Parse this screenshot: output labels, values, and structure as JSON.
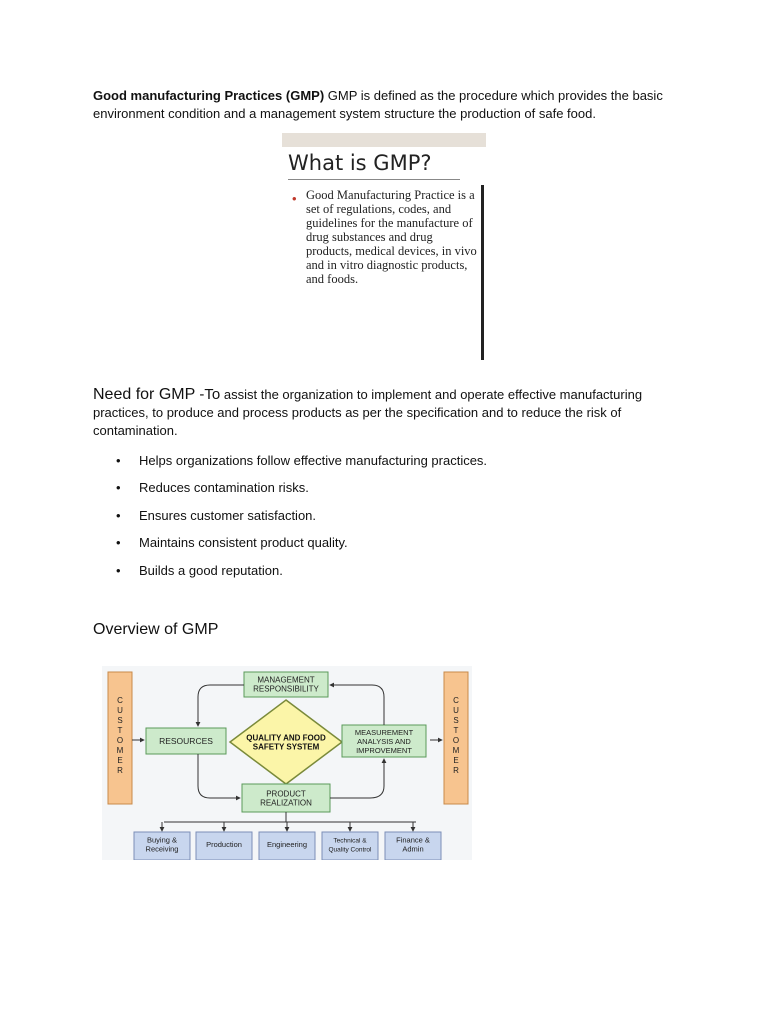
{
  "intro": {
    "term": "Good manufacturing Practices (GMP)",
    "definition": " GMP is defined as the procedure which provides the basic environment condition and a management system structure the production of safe food."
  },
  "slide": {
    "title": "What is GMP?",
    "bullet": "Good Manufacturing Practice is a set of regulations, codes, and guidelines for the manufacture of drug substances and drug products, medical devices, in vivo and in vitro diagnostic products, and foods."
  },
  "need": {
    "heading": "Need for GMP",
    "to": " -To",
    "text": " assist the organization to implement and operate effective manufacturing practices, to produce and process products as per the specification and to reduce the risk of contamination."
  },
  "benefits": [
    "Helps organizations follow effective manufacturing practices.",
    "Reduces contamination risks.",
    "Ensures customer satisfaction.",
    "Maintains consistent product quality.",
    "Builds a good reputation."
  ],
  "overview": {
    "heading": "Overview of GMP"
  },
  "diagram": {
    "customer_letters": [
      "C",
      "U",
      "S",
      "T",
      "O",
      "M",
      "E",
      "R"
    ],
    "management": [
      "MANAGEMENT",
      "RESPONSIBILITY"
    ],
    "resources": "RESOURCES",
    "center": [
      "QUALITY AND FOOD",
      "SAFETY SYSTEM"
    ],
    "measurement": [
      "MEASUREMENT",
      "ANALYSIS AND",
      "IMPROVEMENT"
    ],
    "product": [
      "PRODUCT",
      "REALIZATION"
    ],
    "departments": [
      [
        "Buying &",
        "Receiving"
      ],
      [
        "Production"
      ],
      [
        "Engineering"
      ],
      [
        "Technical  &",
        "Quality Control"
      ],
      [
        "Finance &",
        "Admin"
      ]
    ],
    "colors": {
      "green_box": "#cdeacb",
      "green_border": "#5a9a5a",
      "diamond": "#fbf5a8",
      "customer": "#f7c48f",
      "dept": "#c8d6ee",
      "dept_border": "#7b8fb7"
    }
  }
}
